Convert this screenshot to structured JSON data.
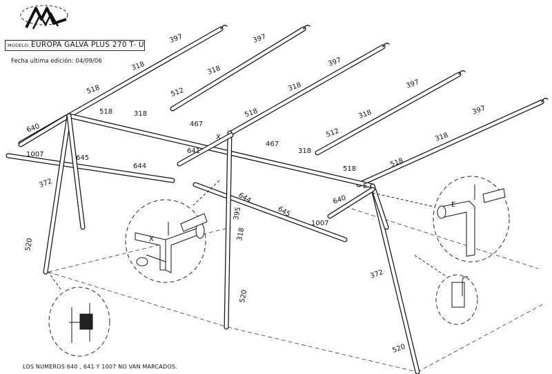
{
  "header": {
    "model_prefix": "MODELO:",
    "model_name": "EUROPA  GALVA PLUS 270 T- U",
    "edition": "Fecha ultima edición: 04/09/06"
  },
  "footnote": "LOS NUMEROS  640 , 641  Y 1007 NO VAN MARCADOS.",
  "logo_text": "MD",
  "detail_labels": {
    "cross_joint": "X",
    "elbow_joint": "E"
  },
  "dimension_labels": [
    {
      "id": "r1-397",
      "text": "397"
    },
    {
      "id": "r1-318",
      "text": "318"
    },
    {
      "id": "r1-518a",
      "text": "518"
    },
    {
      "id": "r1-518b",
      "text": "518"
    },
    {
      "id": "r1-318b",
      "text": "318"
    },
    {
      "id": "r1-640",
      "text": "640"
    },
    {
      "id": "r2-397",
      "text": "397"
    },
    {
      "id": "r2-318",
      "text": "318"
    },
    {
      "id": "r2-512",
      "text": "512"
    },
    {
      "id": "r3-397",
      "text": "397"
    },
    {
      "id": "r3-318",
      "text": "318"
    },
    {
      "id": "r3-518",
      "text": "518"
    },
    {
      "id": "r4-397",
      "text": "397"
    },
    {
      "id": "r4-318",
      "text": "318"
    },
    {
      "id": "r4-512",
      "text": "512"
    },
    {
      "id": "r5-397",
      "text": "397"
    },
    {
      "id": "r5-318",
      "text": "318"
    },
    {
      "id": "r5-518",
      "text": "518"
    },
    {
      "id": "bar-467a",
      "text": "467"
    },
    {
      "id": "bar-467b",
      "text": "467"
    },
    {
      "id": "bar-318c",
      "text": "318"
    },
    {
      "id": "bar-518c",
      "text": "518"
    },
    {
      "id": "p641",
      "text": "641"
    },
    {
      "id": "left-1007",
      "text": "1007"
    },
    {
      "id": "left-645",
      "text": "645"
    },
    {
      "id": "left-644",
      "text": "644"
    },
    {
      "id": "left-372",
      "text": "372"
    },
    {
      "id": "left-520",
      "text": "520"
    },
    {
      "id": "right-640",
      "text": "640"
    },
    {
      "id": "right-644",
      "text": "644"
    },
    {
      "id": "right-645",
      "text": "645"
    },
    {
      "id": "right-1007",
      "text": "1007"
    },
    {
      "id": "mid-395",
      "text": "395"
    },
    {
      "id": "mid-318",
      "text": "318"
    },
    {
      "id": "mid-520",
      "text": "520"
    },
    {
      "id": "right-372",
      "text": "372"
    },
    {
      "id": "right-520",
      "text": "520"
    }
  ]
}
